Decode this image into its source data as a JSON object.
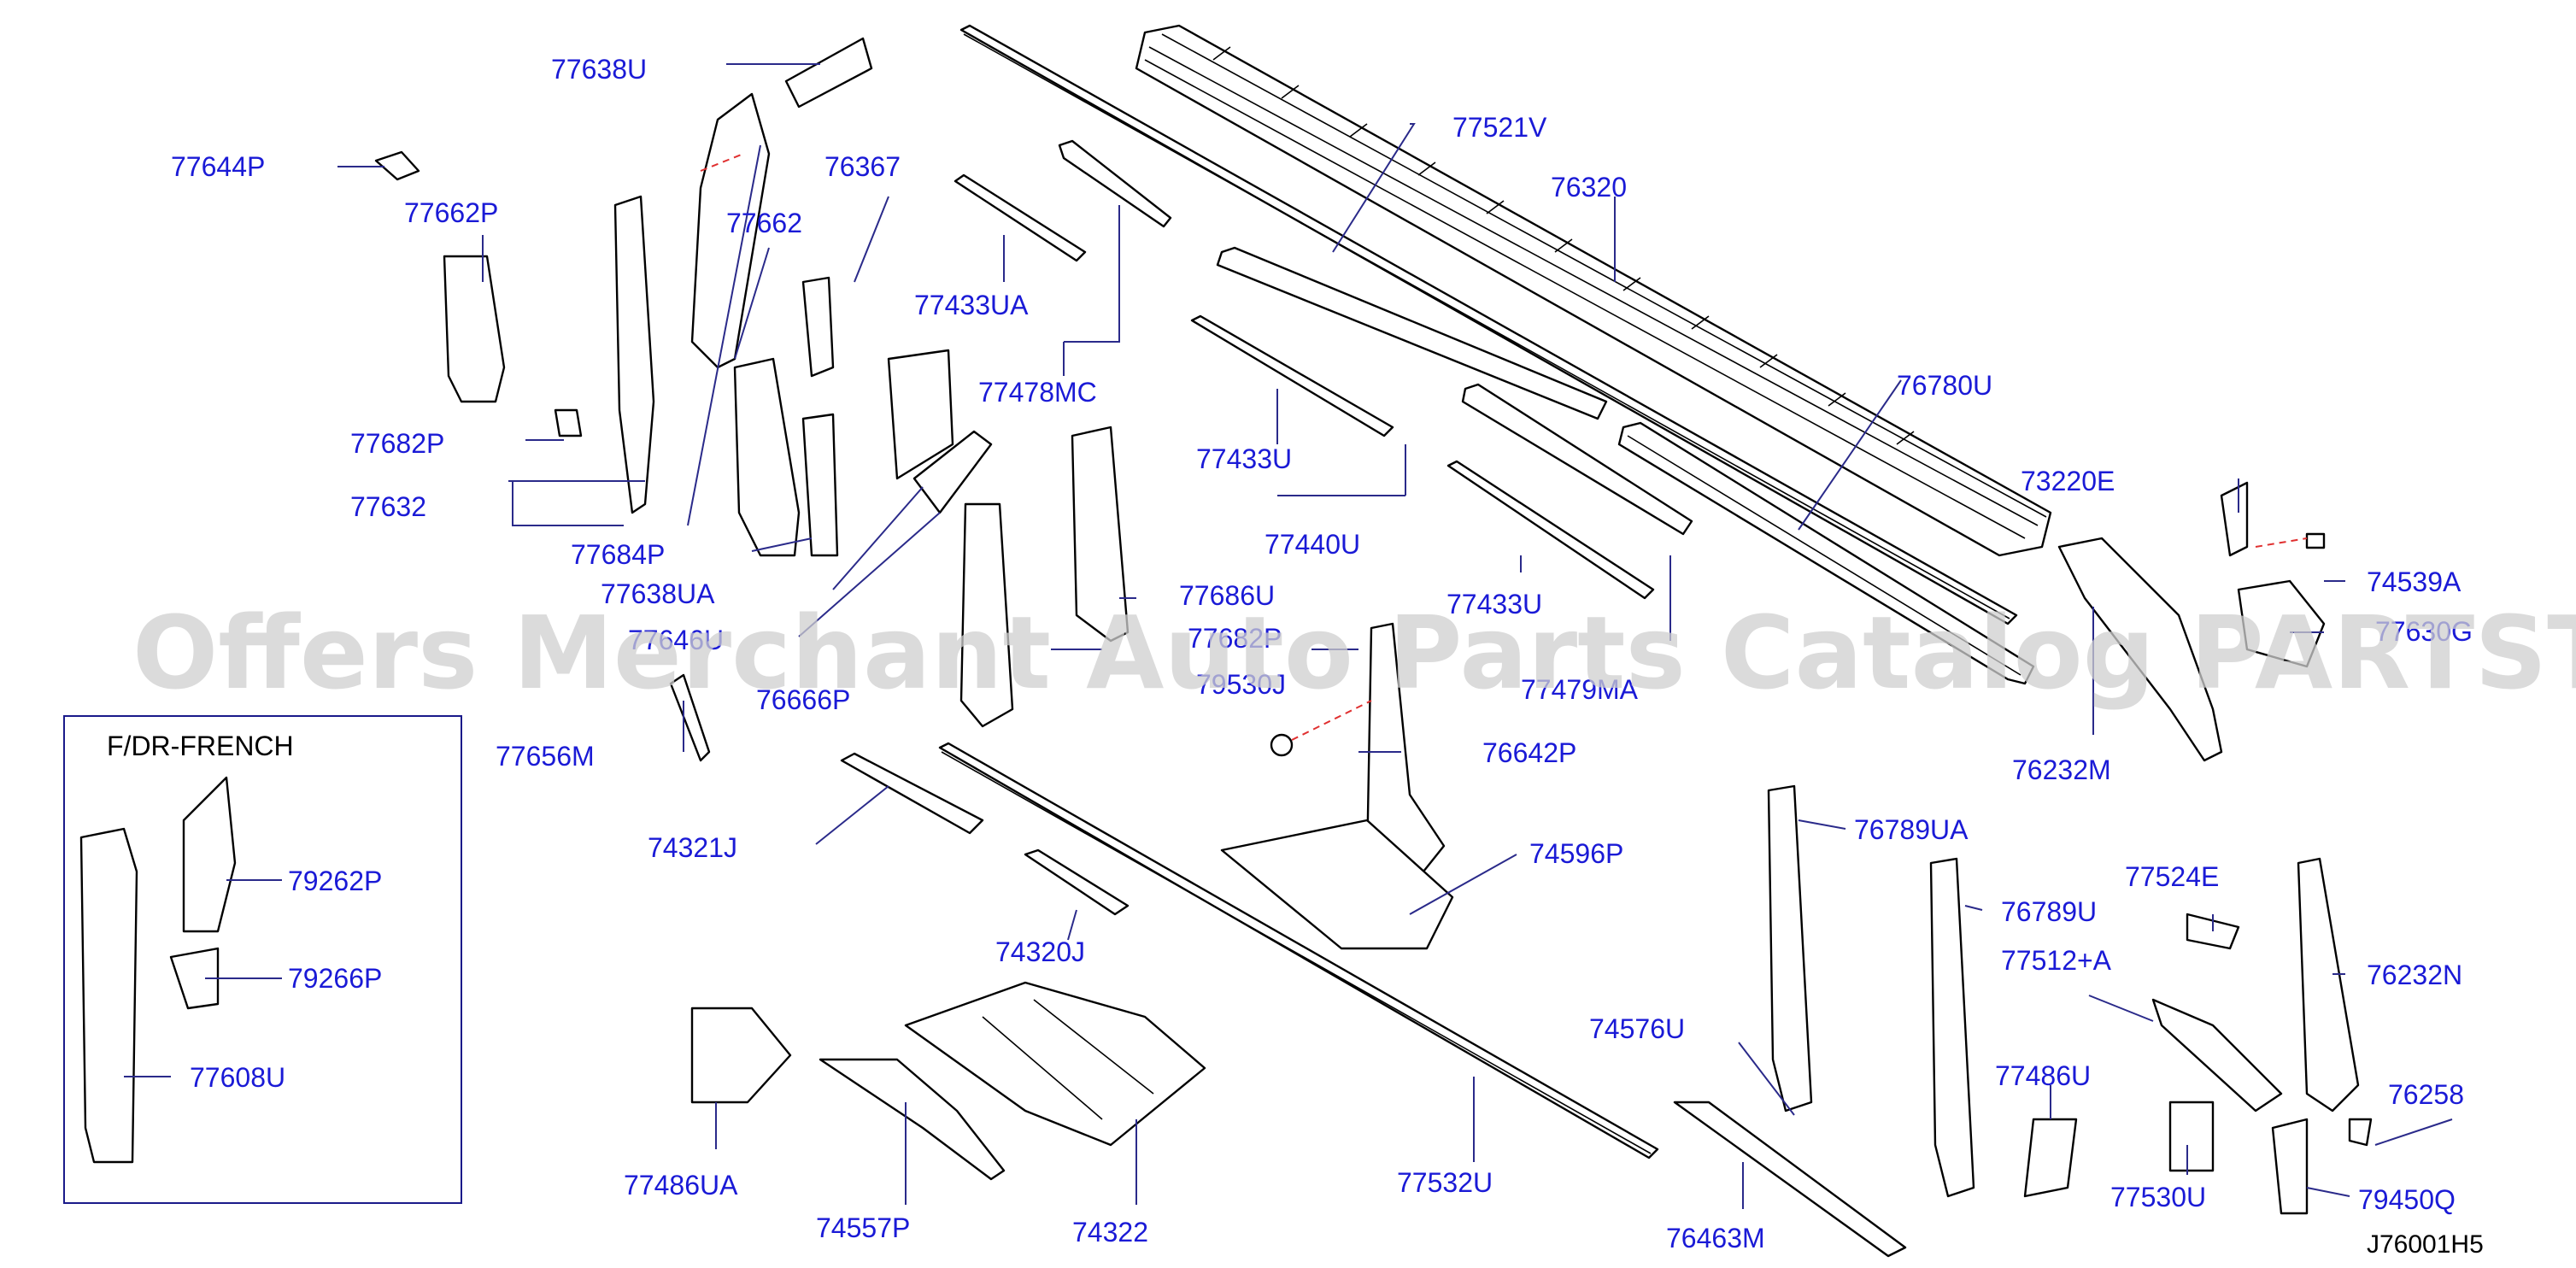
{
  "diagram": {
    "inset_title": "F/DR-FRENCH",
    "reference_code": "J76001H5",
    "watermark_text": "Offers Merchant Auto Parts Catalog PARTSTORE.SA",
    "label_color": "#1a1ad6",
    "parts": [
      {
        "id": "p0",
        "label": "77638U"
      },
      {
        "id": "p1",
        "label": "77644P"
      },
      {
        "id": "p2",
        "label": "77662P"
      },
      {
        "id": "p3",
        "label": "76367"
      },
      {
        "id": "p4",
        "label": "77662"
      },
      {
        "id": "p5",
        "label": "77682P"
      },
      {
        "id": "p6",
        "label": "77632"
      },
      {
        "id": "p7",
        "label": "77684P"
      },
      {
        "id": "p8",
        "label": "77638UA"
      },
      {
        "id": "p9",
        "label": "77646U"
      },
      {
        "id": "p10",
        "label": "77521V"
      },
      {
        "id": "p11",
        "label": "76320"
      },
      {
        "id": "p12",
        "label": "77433UA"
      },
      {
        "id": "p13",
        "label": "77478MC"
      },
      {
        "id": "p14",
        "label": "77433U"
      },
      {
        "id": "p15",
        "label": "77440U"
      },
      {
        "id": "p16",
        "label": "76780U"
      },
      {
        "id": "p17",
        "label": "73220E"
      },
      {
        "id": "p18",
        "label": "74539A"
      },
      {
        "id": "p19",
        "label": "77630G"
      },
      {
        "id": "p20",
        "label": "76232M"
      },
      {
        "id": "p21",
        "label": "77433U"
      },
      {
        "id": "p22",
        "label": "77686U"
      },
      {
        "id": "p23",
        "label": "77682P"
      },
      {
        "id": "p24",
        "label": "76666P"
      },
      {
        "id": "p25",
        "label": "79530J"
      },
      {
        "id": "p26",
        "label": "77479MA"
      },
      {
        "id": "p27",
        "label": "76642P"
      },
      {
        "id": "p28",
        "label": "77656M"
      },
      {
        "id": "p29",
        "label": "74321J"
      },
      {
        "id": "p30",
        "label": "74596P"
      },
      {
        "id": "p31",
        "label": "79262P"
      },
      {
        "id": "p32",
        "label": "79266P"
      },
      {
        "id": "p33",
        "label": "77608U"
      },
      {
        "id": "p34",
        "label": "74320J"
      },
      {
        "id": "p35",
        "label": "76789UA"
      },
      {
        "id": "p36",
        "label": "76789U"
      },
      {
        "id": "p37",
        "label": "77524E"
      },
      {
        "id": "p38",
        "label": "77512+A"
      },
      {
        "id": "p39",
        "label": "76232N"
      },
      {
        "id": "p40",
        "label": "74576U"
      },
      {
        "id": "p41",
        "label": "77486U"
      },
      {
        "id": "p42",
        "label": "76258"
      },
      {
        "id": "p43",
        "label": "77486UA"
      },
      {
        "id": "p44",
        "label": "74557P"
      },
      {
        "id": "p45",
        "label": "74322"
      },
      {
        "id": "p46",
        "label": "77532U"
      },
      {
        "id": "p47",
        "label": "76463M"
      },
      {
        "id": "p48",
        "label": "77530U"
      },
      {
        "id": "p49",
        "label": "79450Q"
      }
    ]
  }
}
